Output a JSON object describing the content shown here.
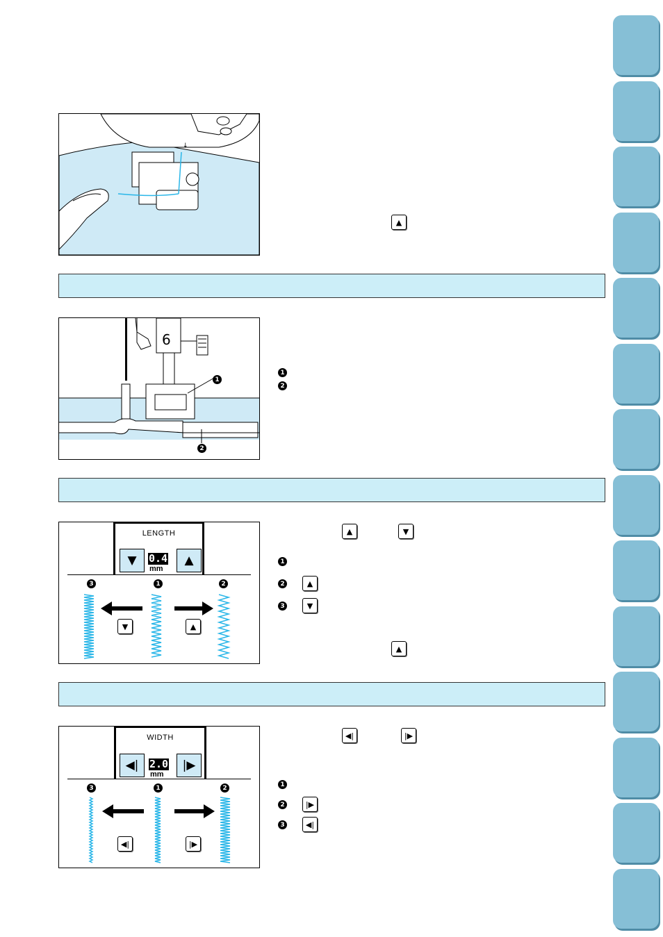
{
  "side_tabs": {
    "count": 14,
    "color": "#86bfd6"
  },
  "figure_top": {
    "machine_label": "↓"
  },
  "top_panel_button": {
    "symbol": "▲"
  },
  "section_bands": {
    "color": "#cceef8",
    "count": 3
  },
  "figure_foot": {
    "foot_number": "6",
    "callout_1": "1",
    "callout_2": "2"
  },
  "foot_callouts": [
    "1",
    "2"
  ],
  "length_panel": {
    "label": "LENGTH",
    "value": "0.4",
    "unit": "mm",
    "dec_symbol": "▼",
    "inc_symbol": "▲",
    "markers": [
      "3",
      "1",
      "2"
    ]
  },
  "length_text": {
    "inc_symbol": "▲",
    "dec_symbol": "▼",
    "items": [
      {
        "marker": "1"
      },
      {
        "marker": "2",
        "symbol": "▲"
      },
      {
        "marker": "3",
        "symbol": "▼"
      }
    ],
    "note_symbol": "▲"
  },
  "width_panel": {
    "label": "WIDTH",
    "value": "2.0",
    "unit": "mm",
    "dec_symbol": "◀|",
    "inc_symbol": "|▶",
    "markers": [
      "3",
      "1",
      "2"
    ]
  },
  "width_text": {
    "dec_symbol": "◀|",
    "inc_symbol": "|▶",
    "items": [
      {
        "marker": "1"
      },
      {
        "marker": "2",
        "symbol": "|▶"
      },
      {
        "marker": "3",
        "symbol": "◀|"
      }
    ]
  },
  "stitch_color": "#29b6e8"
}
